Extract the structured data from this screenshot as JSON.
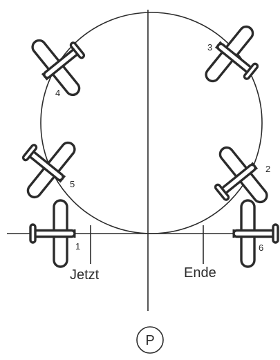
{
  "diagram": {
    "positions": [
      {
        "label": "1"
      },
      {
        "label": "2"
      },
      {
        "label": "3"
      },
      {
        "label": "4"
      },
      {
        "label": "5"
      },
      {
        "label": "6"
      }
    ],
    "start_label": "Jetzt",
    "end_label": "Ende",
    "center_marker": "P",
    "colors": {
      "line": "#2b2b2b",
      "fill": "#ffffff"
    }
  }
}
